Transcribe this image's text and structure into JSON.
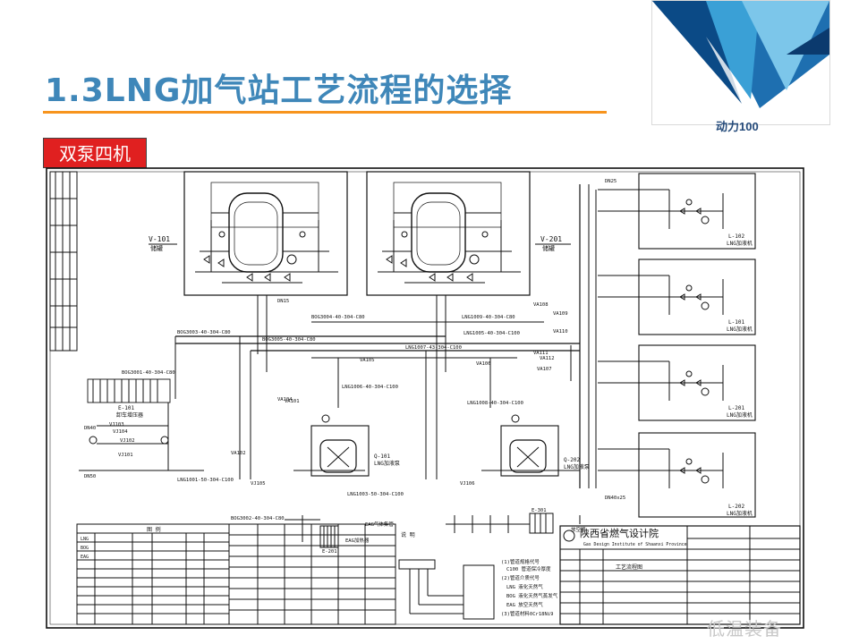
{
  "slide": {
    "title": "1.3LNG加气站工艺流程的选择",
    "tag": "双泵四机",
    "logo_text": "动力100",
    "watermark": "低温装备"
  },
  "colors": {
    "title": "#3f87b9",
    "rule": "#f7941d",
    "tag_bg": "#e02020",
    "line": "#111111"
  },
  "diagram": {
    "tank_left": "V-101",
    "tank_left_sub": "储罐",
    "tank_right": "V-201",
    "tank_right_sub": "储罐",
    "dispensers": [
      {
        "id": "L-102",
        "label": "LNG加液机"
      },
      {
        "id": "L-101",
        "label": "LNG加液机"
      },
      {
        "id": "L-201",
        "label": "LNG加液机"
      },
      {
        "id": "L-202",
        "label": "LNG加液机"
      }
    ],
    "pump_left": "Q-101",
    "pump_right": "Q-202",
    "pump_box_label": "LNG加液泵",
    "vaporizer_left": "E-101",
    "vaporizer_left_sub": "卸车增压器",
    "vaporizer_bottom": "E-201",
    "vaporizer_bottom_sub": "EAG加热器",
    "vaporizer_right": "E-301",
    "vaporizer_right_sub": "放空管",
    "eag_label": "EAG气体集管",
    "valves": [
      "VA101",
      "VA102",
      "VA104",
      "VA105",
      "VA106",
      "VA107",
      "VA108",
      "VA109",
      "VA110",
      "VA111",
      "VA112",
      "VJ101",
      "VJ102",
      "VJ103",
      "VJ104",
      "VJ105",
      "VJ106"
    ],
    "pipe_labels": [
      "BOG3004-40-304-C80",
      "BOG3003-40-304-C80",
      "LNG1009-40-304-C80",
      "LNG1005-40-304-C100",
      "LNG1007-43-304-C100",
      "BOG3001-40-304-C80",
      "LNG1001-50-304-C100",
      "LNG1006-40-304-C100",
      "LNG1008-40-304-C100",
      "LNG1003-50-304-C100",
      "BOG3005-40-304-C80",
      "BOG3002-40-304-C80"
    ],
    "dn_labels": [
      "DN50",
      "DN40",
      "DN25",
      "DN40x25",
      "DN15"
    ],
    "institute_cn": "陕西省燃气设计院",
    "institute_en": "Gas Design Institute of Shaanxi Province",
    "title_block_drawing": "工艺流程图",
    "notes_header": "说 明",
    "legend_header": "图 例",
    "notes": [
      "(1)管道规格代号",
      "C100  管道保冷厚度",
      "(2)管道介质代号",
      "LNG  液化天然气",
      "BOG  液化天然气蒸发气",
      "EAG  放空天然气",
      "(3)管道材料0Cr18Ni9"
    ],
    "legend_rows": [
      "LNG",
      "BOG",
      "EAG",
      "",
      "",
      "",
      "",
      "",
      ""
    ]
  }
}
